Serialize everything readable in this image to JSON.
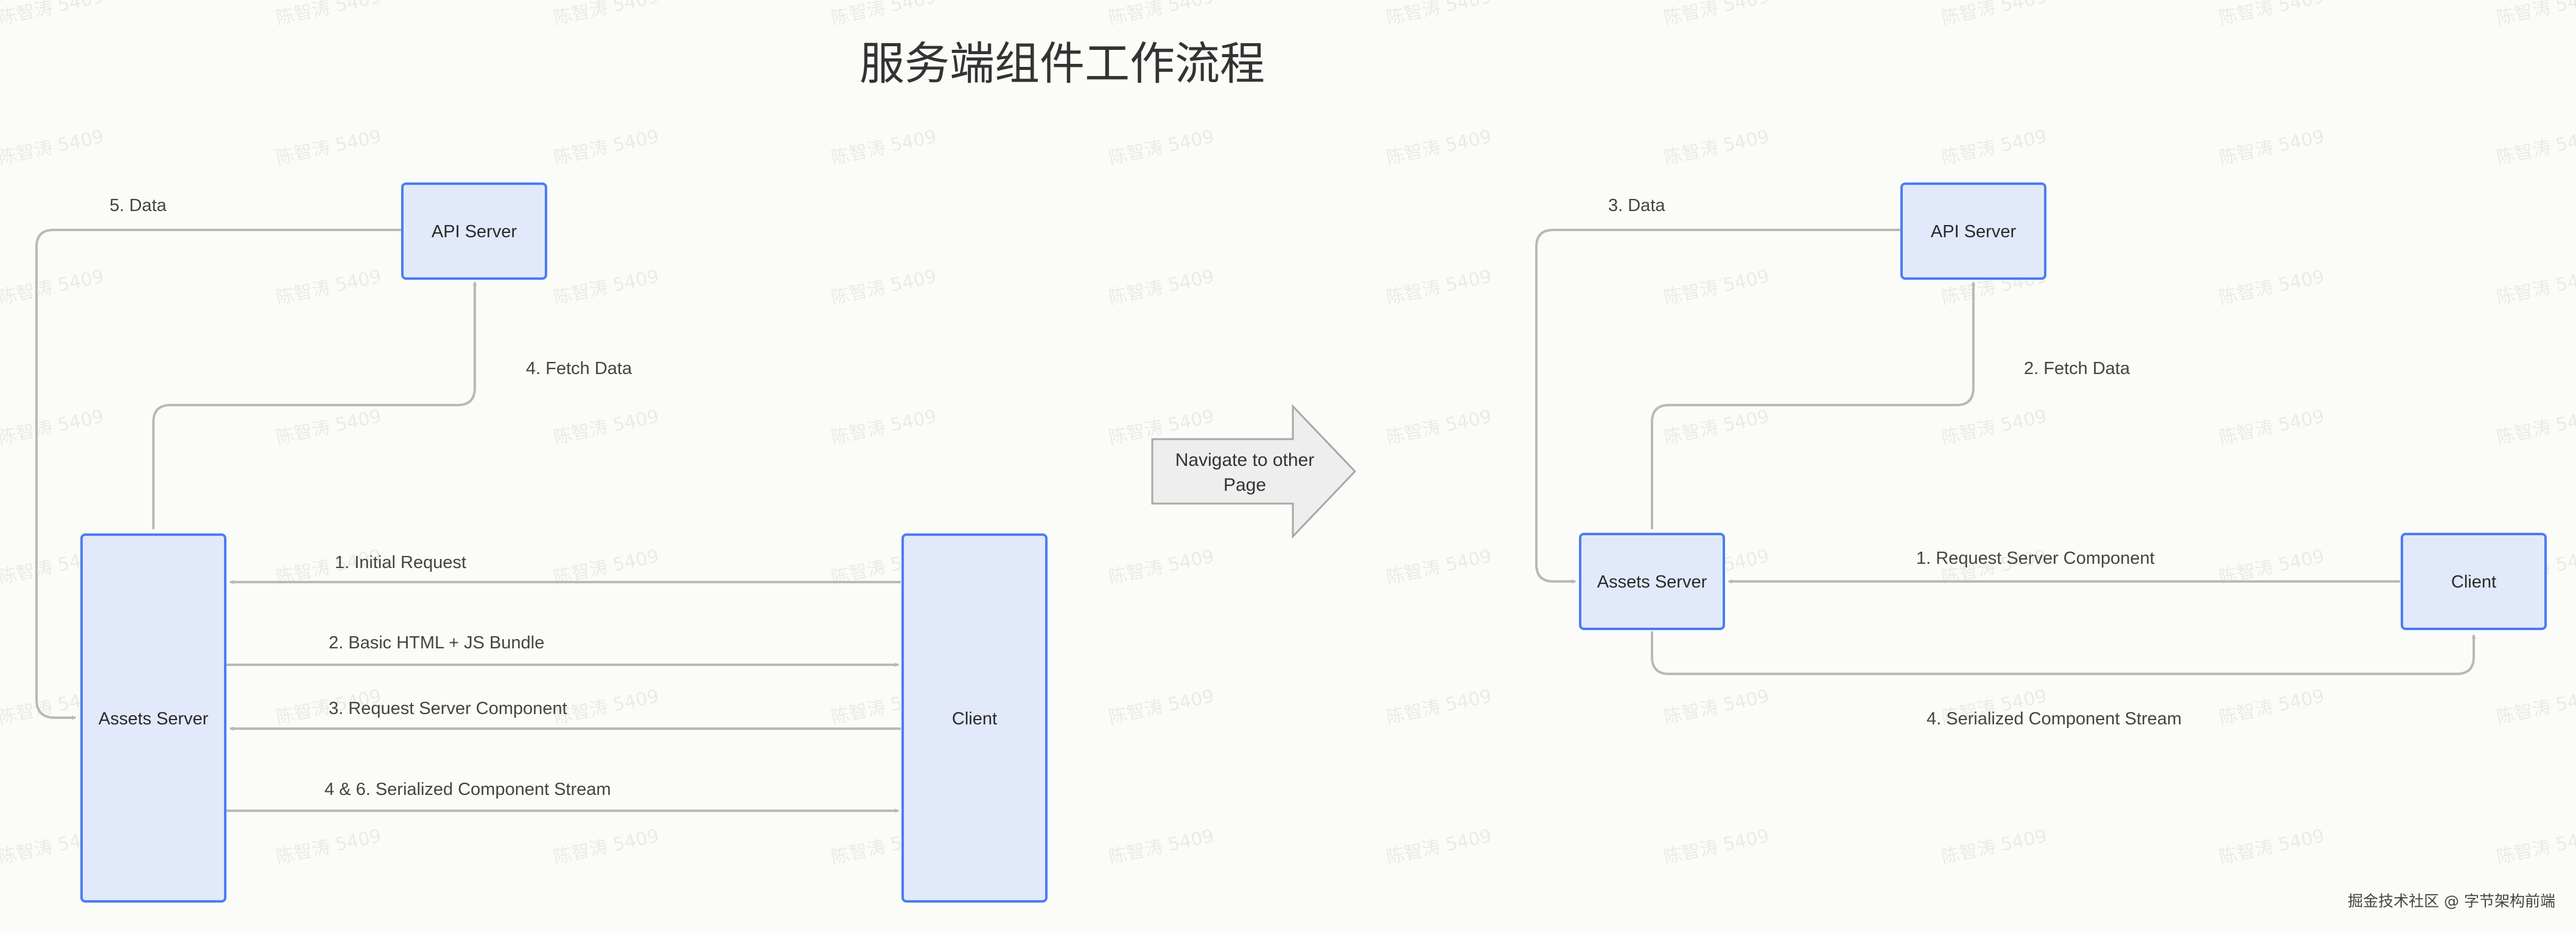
{
  "title": "服务端组件工作流程",
  "watermark": "陈智涛 5409",
  "colors": {
    "background": "#fbfbf8",
    "node_fill": "#e2e9fb",
    "node_border": "#4a7ef0",
    "edge": "#b9b9b9",
    "arrow_fill": "#eeeeee",
    "arrow_border": "#a8a8a8"
  },
  "left_diagram": {
    "nodes": {
      "api_server": "API Server",
      "assets_server": "Assets Server",
      "client": "Client"
    },
    "edges": {
      "data": "5. Data",
      "fetch_data": "4. Fetch Data",
      "initial_request": "1. Initial Request",
      "basic_html": "2. Basic HTML + JS Bundle",
      "request_server_component": "3. Request Server Component",
      "serialized_stream": "4 & 6. Serialized Component Stream"
    }
  },
  "transition": {
    "line1": "Navigate to other",
    "line2": "Page"
  },
  "right_diagram": {
    "nodes": {
      "api_server": "API Server",
      "assets_server": "Assets Server",
      "client": "Client"
    },
    "edges": {
      "data": "3. Data",
      "fetch_data": "2. Fetch Data",
      "request_server_component": "1. Request Server Component",
      "serialized_stream": "4. Serialized Component Stream"
    }
  },
  "footer": "掘金技术社区 @ 字节架构前端"
}
